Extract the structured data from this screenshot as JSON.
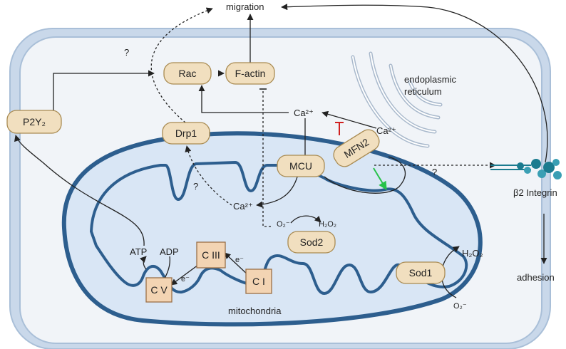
{
  "colors": {
    "cell_membrane": "#c9d8ea",
    "cell_outline": "#a9bfd8",
    "cell_fill": "#f1f4f8",
    "mito_fill": "#d9e6f5",
    "mito_outline": "#2d5e8e",
    "protein_fill": "#f1dfbf",
    "protein_stroke": "#a98b52",
    "complex_fill": "#f3d4b3",
    "complex_stroke": "#9a7048",
    "er": "#a9b9cc",
    "integrin": "#1b7b8f",
    "inhibit": "#d0201f",
    "activate": "#27c24a"
  },
  "labels": {
    "migration": "migration",
    "er_line1": "endoplasmic",
    "er_line2": "reticulum",
    "ca_cyto": "Ca²⁺",
    "ca_er": "Ca²⁺",
    "ca_mito": "Ca²⁺",
    "o2_in": "O₂⁻",
    "h2o2_in": "H₂O₂",
    "h2o2_out": "H₂O₂",
    "o2_out": "O₂⁻",
    "atp": "ATP",
    "adp": "ADP",
    "e1": "e⁻",
    "e2": "e⁻",
    "q1": "?",
    "q2": "?",
    "q3": "?",
    "mitochondria": "mitochondria",
    "integrin": "β2 Integrin",
    "adhesion": "adhesion"
  },
  "proteins": {
    "rac": "Rac",
    "factin": "F-actin",
    "p2y2": "P2Y₂",
    "drp1": "Drp1",
    "mcu": "MCU",
    "mfn2": "MFN2",
    "sod2": "Sod2",
    "sod1": "Sod1"
  },
  "complexes": {
    "c3": "C III",
    "c1": "C I",
    "c5": "C V"
  }
}
